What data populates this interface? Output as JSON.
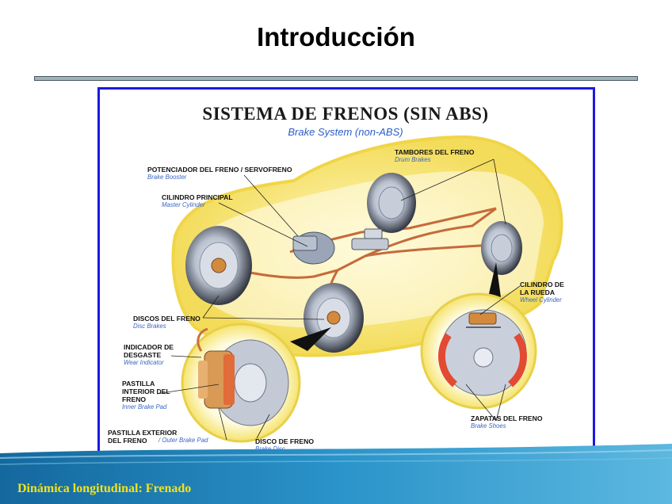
{
  "slide": {
    "title": "Introducción",
    "footer": "Dinámica longitudinal: Frenado"
  },
  "figure": {
    "title": "SISTEMA DE FRENOS (SIN ABS)",
    "subtitle": "Brake System (non-ABS)",
    "labels": {
      "drum_brakes": {
        "es": "TAMBORES DEL FRENO",
        "en": "Drum Brakes"
      },
      "brake_booster": {
        "es": "POTENCIADOR DEL FRENO / SERVOFRENO",
        "en": "Brake Booster"
      },
      "master_cylinder": {
        "es": "CILINDRO PRINCIPAL",
        "en": "Master Cylinder"
      },
      "wheel_cylinder": {
        "es": "CILINDRO DE\nLA RUEDA",
        "en": "Wheel Cylinder"
      },
      "disc_brakes": {
        "es": "DISCOS DEL FRENO",
        "en": "Disc Brakes"
      },
      "wear_indicator": {
        "es": "INDICADOR DE\nDESGASTE",
        "en": "Wear Indicator"
      },
      "inner_pad": {
        "es": "PASTILLA\nINTERIOR DEL\nFRENO",
        "en": "Inner Brake Pad"
      },
      "outer_pad": {
        "es": "PASTILLA EXTERIOR\nDEL FRENO",
        "en": "/ Outer Brake Pad"
      },
      "brake_disc": {
        "es": "DISCO DE FRENO",
        "en": "Brake Disc"
      },
      "brake_shoes": {
        "es": "ZAPATAS DEL FRENO",
        "en": "Brake Shoes"
      }
    }
  },
  "colors": {
    "car_body": "#f6e57a",
    "brake_line": "#c66a3a",
    "frame": "#1a1ae0",
    "footer_text": "#f4e21a",
    "footer_band": "#1f7fb5"
  }
}
